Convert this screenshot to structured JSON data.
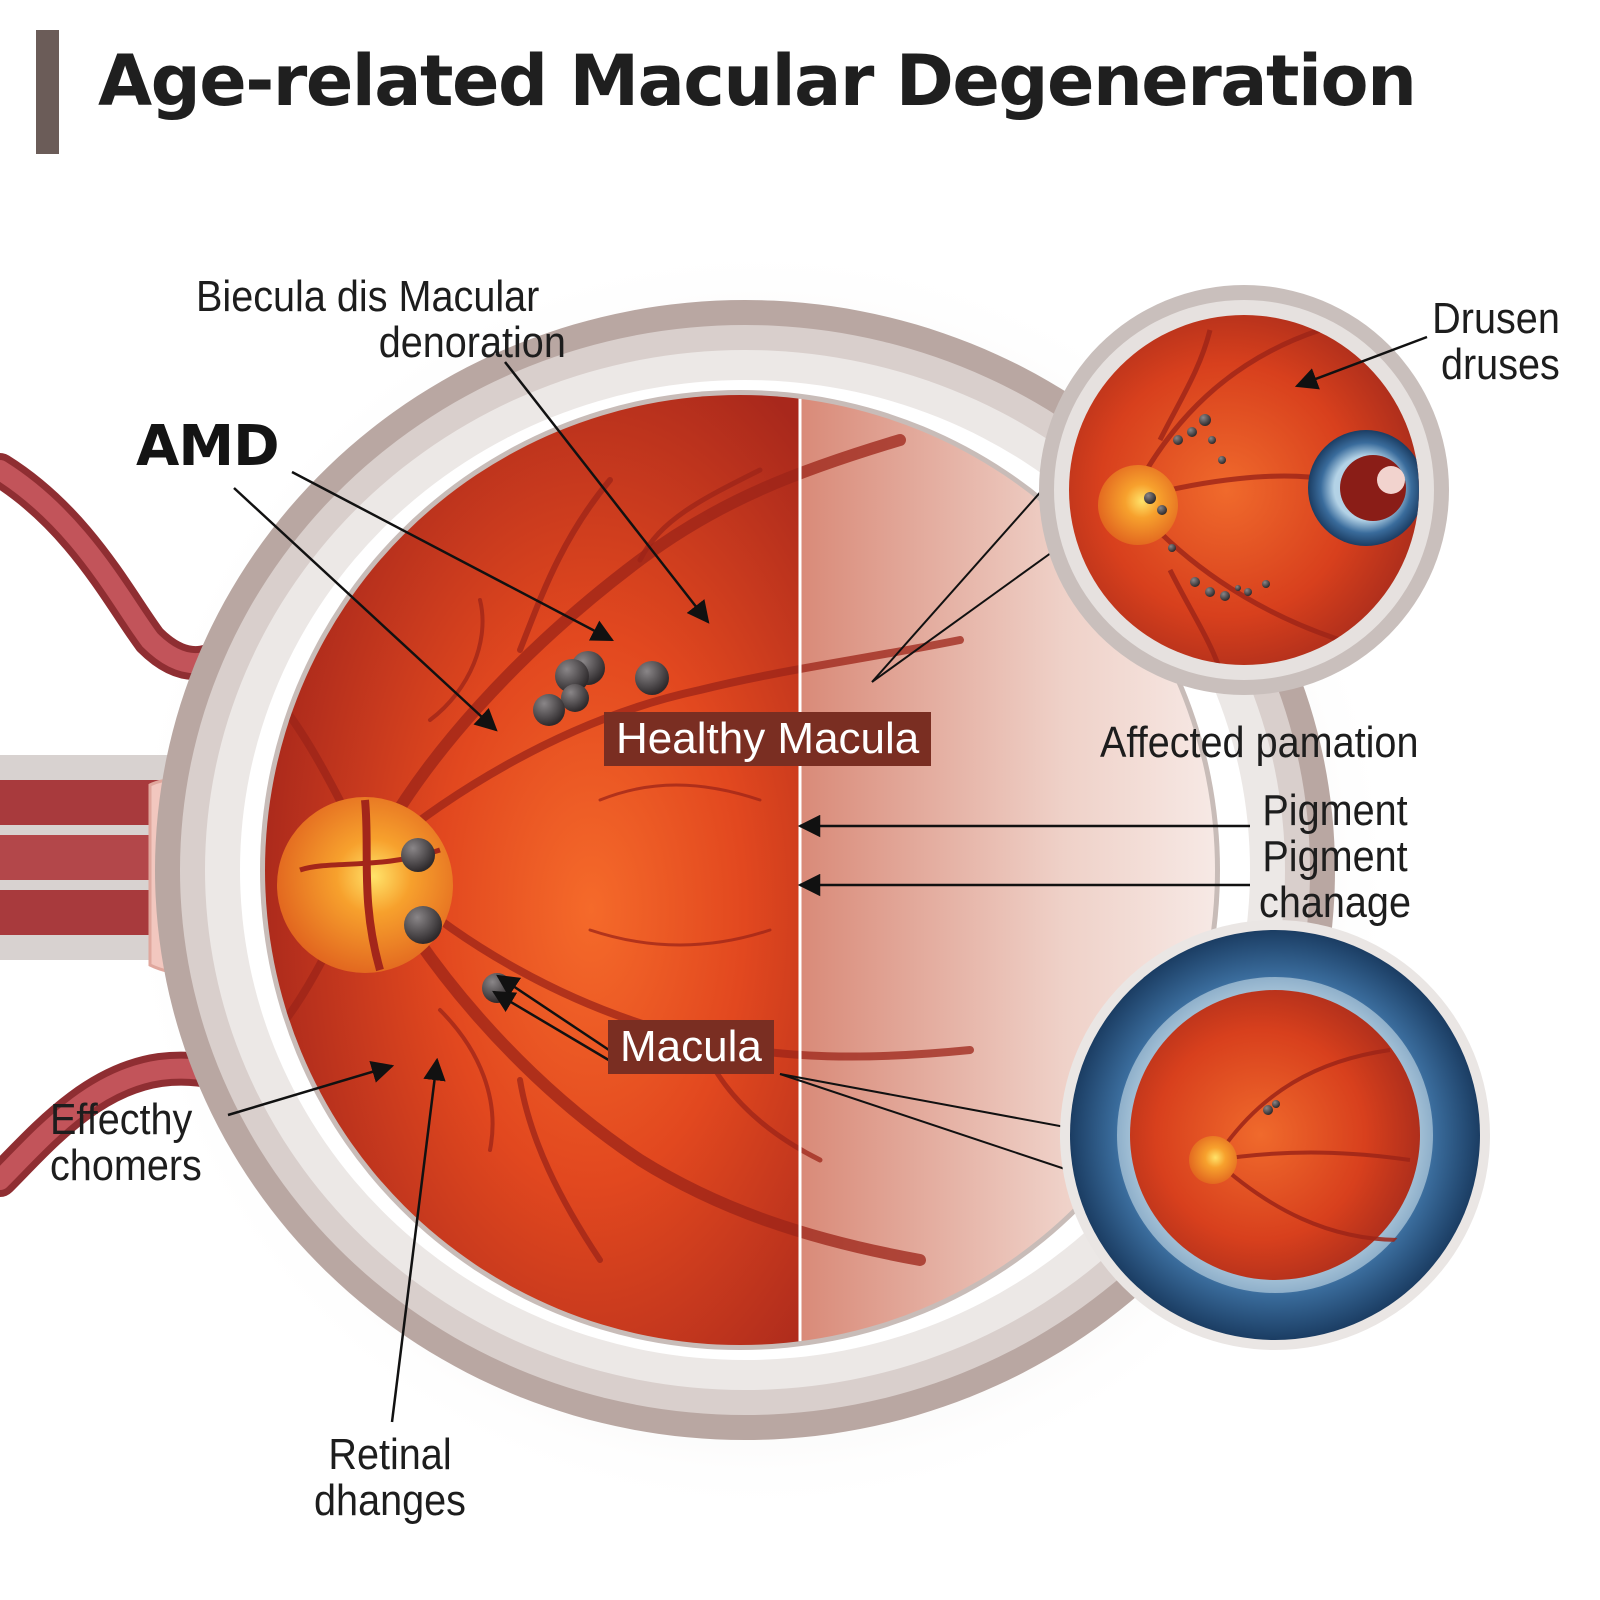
{
  "title": "Age-related Macular Degeneration",
  "labels": {
    "amd": "AMD",
    "top_left": [
      "Biecula dis Macular",
      "denoration"
    ],
    "drusen": [
      "Drusen",
      "druses"
    ],
    "healthy_macula": "Healthy Macula",
    "affected": "Affected pamation",
    "pigment": [
      "Pigment",
      "Pigment",
      "chanage"
    ],
    "macula": "Macula",
    "effecthy": [
      "Effecthy",
      "chomers"
    ],
    "retinal": [
      "Retinal",
      "dhanges"
    ]
  },
  "colors": {
    "retina_deep": "#a8281c",
    "retina_mid": "#e2481f",
    "retina_glow": "#f56a2a",
    "vessel": "#9c2418",
    "sclera": "#e8e4e2",
    "tag_bg": "#7a2e22",
    "iris_blue": "#3a6c9c",
    "title_bar": "#6b5c58",
    "nerve": "#b3474a"
  },
  "icons": [
    "drusen-deposit-icon",
    "optic-disc-icon",
    "iris-icon"
  ]
}
